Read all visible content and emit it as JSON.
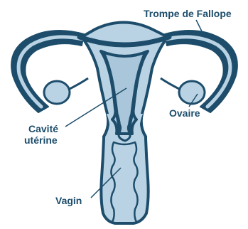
{
  "labels": {
    "fallopian_tube": "Trompe de Fallope",
    "uterine_cavity_line1": "Cavité",
    "uterine_cavity_line2": "utérine",
    "ovary": "Ovaire",
    "vagina": "Vagin"
  },
  "colors": {
    "outline": "#1d4d6b",
    "fill": "#b9d3e4",
    "label": "#1d4d6b",
    "leader": "#1d4d6b",
    "background": "#ffffff"
  }
}
